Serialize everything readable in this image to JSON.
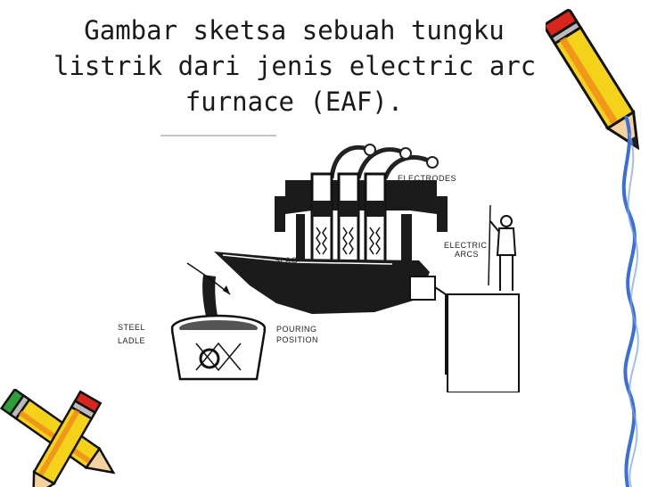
{
  "slide": {
    "title_lines": [
      "Gambar sketsa sebuah tungku",
      "listrik dari jenis electric arc",
      "furnace (EAF)."
    ]
  },
  "diagram": {
    "labels": {
      "electrodes": "ELECTRODES",
      "electric_1": "ELECTRIC",
      "electric_2": "ARCS",
      "slag": "SLAG",
      "steel": "STEEL",
      "ladle": "LADLE",
      "pouring": "POURING",
      "position": "POSITION"
    }
  },
  "colors": {
    "text": "#1a1a1a",
    "ink": "#222222",
    "pencil_yellow": "#f5d21a",
    "pencil_orange": "#f08a1c",
    "pencil_red": "#d9261c",
    "pencil_green": "#2e9e3a",
    "squiggle_blue": "#3a6fd8"
  },
  "icons": [
    "pencil-icon",
    "crossed-pencils-icon",
    "squiggle-line"
  ]
}
